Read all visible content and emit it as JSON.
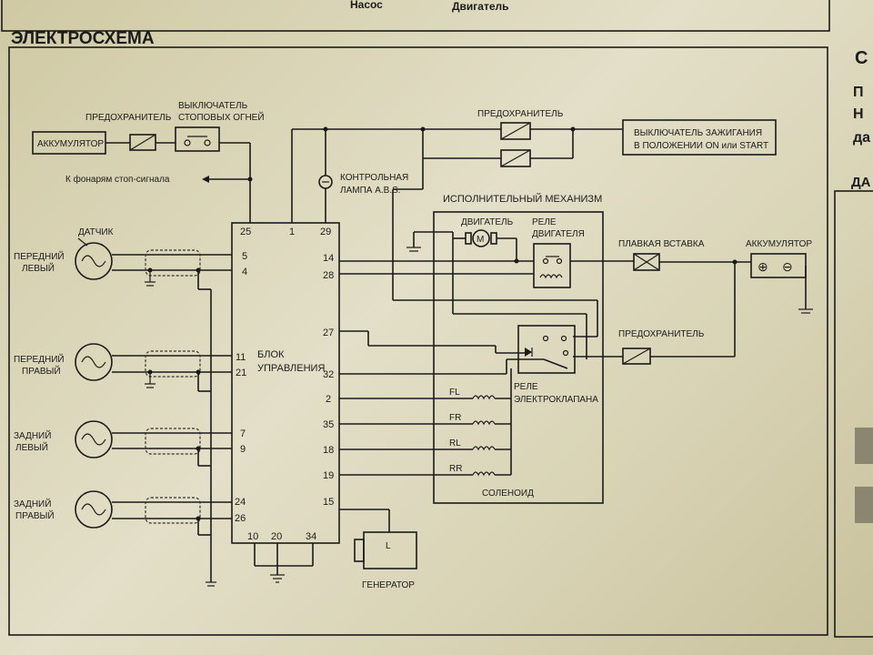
{
  "header": {
    "col_pump": "Насос",
    "col_motor": "Двигатель",
    "section_title": "ЭЛЕКТРОСХЕМА"
  },
  "side_fragments": {
    "letter_s": "С",
    "line_1": "П",
    "line_2": "Н",
    "line_3": "да",
    "line_4": "ДА"
  },
  "labels": {
    "battery_left": "АККУМУЛЯТОР",
    "fuse_left": "ПРЕДОХРАНИТЕЛЬ",
    "brake_switch_1": "ВЫКЛЮЧАТЕЛЬ",
    "brake_switch_2": "СТОПОВЫХ ОГНЕЙ",
    "to_stop_lamps": "К фонарям стоп-сигнала",
    "sensor": "ДАТЧИК",
    "front_left_1": "ПЕРЕДНИЙ",
    "front_left_2": "ЛЕВЫЙ",
    "front_right_1": "ПЕРЕДНИЙ",
    "front_right_2": "ПРАВЫЙ",
    "rear_left_1": "ЗАДНИЙ",
    "rear_left_2": "ЛЕВЫЙ",
    "rear_right_1": "ЗАДНИЙ",
    "rear_right_2": "ПРАВЫЙ",
    "fuse_top": "ПРЕДОХРАНИТЕЛЬ",
    "ignition_1": "ВЫКЛЮЧАТЕЛЬ ЗАЖИГАНИЯ",
    "ignition_2": "В ПОЛОЖЕНИИ ON или START",
    "warn_lamp_1": "КОНТРОЛЬНАЯ",
    "warn_lamp_2": "ЛАМПА A.B.S.",
    "actuator": "ИСПОЛНИТЕЛЬНЫЙ МЕХАНИЗМ",
    "motor": "ДВИГАТЕЛЬ",
    "motor_relay_1": "РЕЛЕ",
    "motor_relay_2": "ДВИГАТЕЛЯ",
    "fusible_link": "ПЛАВКАЯ ВСТАВКА",
    "battery_right": "АККУМУЛЯТОР",
    "fuse_right": "ПРЕДОХРАНИТЕЛЬ",
    "control_unit_1": "БЛОК",
    "control_unit_2": "УПРАВЛЕНИЯ",
    "valve_relay_1": "РЕЛЕ",
    "valve_relay_2": "ЭЛЕКТРОКЛАПАНА",
    "solenoid": "СОЛЕНОИД",
    "fl": "FL",
    "fr": "FR",
    "rl": "RL",
    "rr": "RR",
    "generator": "ГЕНЕРАТОР",
    "gen_l": "L",
    "plus": "⊕",
    "minus": "⊖"
  },
  "pins": {
    "p25": "25",
    "p1": "1",
    "p29": "29",
    "p5": "5",
    "p4": "4",
    "p14": "14",
    "p28": "28",
    "p27": "27",
    "p11": "11",
    "p21": "21",
    "p32": "32",
    "p2": "2",
    "p35": "35",
    "p7": "7",
    "p9": "9",
    "p18": "18",
    "p19": "19",
    "p24": "24",
    "p26": "26",
    "p15": "15",
    "p10": "10",
    "p20": "20",
    "p34": "34"
  }
}
